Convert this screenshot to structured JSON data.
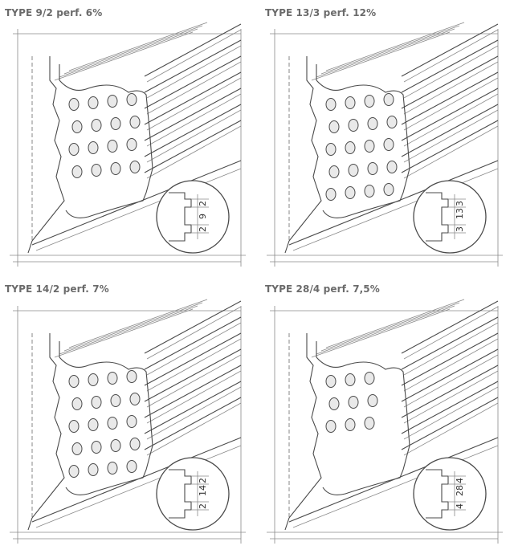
{
  "panels": [
    {
      "title": "TYPE 9/2  perf. 6%",
      "dims": [
        "2",
        "9",
        "2"
      ],
      "holeRows": 4,
      "holeCols": 4
    },
    {
      "title": "TYPE 13/3  perf. 12%",
      "dims": [
        "3",
        "13",
        "3"
      ],
      "holeRows": 5,
      "holeCols": 4
    },
    {
      "title": "TYPE 14/2  perf. 7%",
      "dims": [
        "2",
        "14",
        "2"
      ],
      "holeRows": 5,
      "holeCols": 4
    },
    {
      "title": "TYPE 28/4  perf. 7,5%",
      "dims": [
        "4",
        "28",
        "4"
      ],
      "holeRows": 3,
      "holeCols": 3
    }
  ],
  "colors": {
    "pencil": "#4a4a4a",
    "title": "#6b6b6b",
    "hole": "#e9e9e9"
  }
}
